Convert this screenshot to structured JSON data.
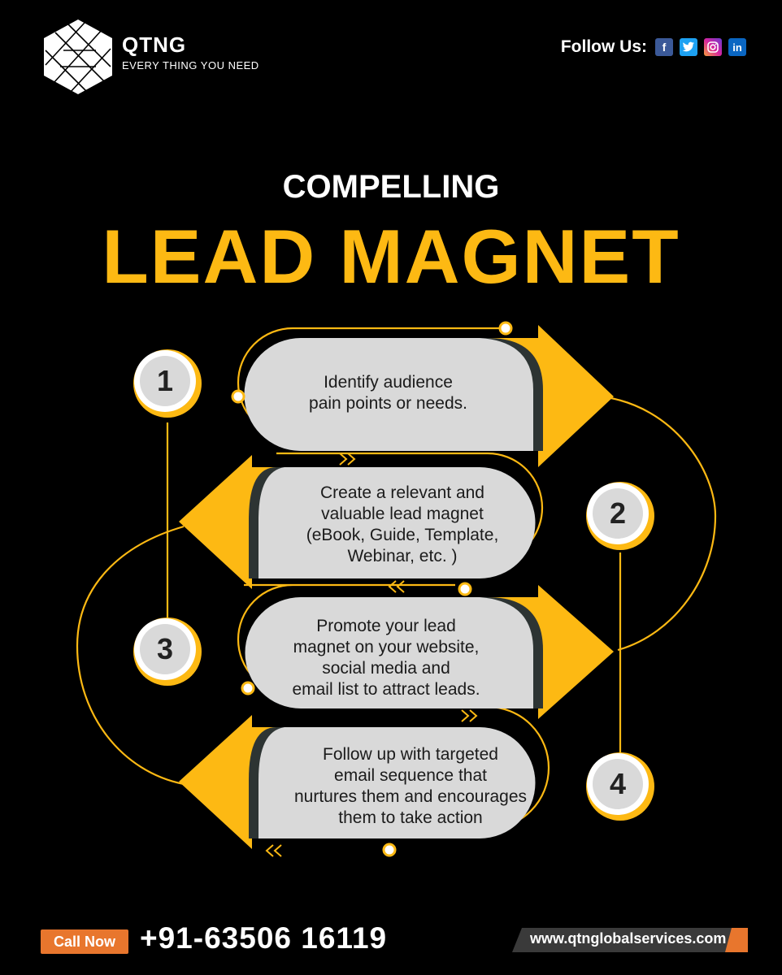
{
  "brand": {
    "name": "QTNG",
    "tagline": "EVERY THING YOU NEED"
  },
  "follow": {
    "label": "Follow Us:",
    "icons": [
      "facebook-icon",
      "twitter-icon",
      "instagram-icon",
      "linkedin-icon"
    ]
  },
  "heading": {
    "small": "COMPELLING",
    "big": "LEAD MAGNET"
  },
  "steps": [
    {
      "number": "1",
      "lines": [
        "Identify audience",
        "pain points or needs."
      ]
    },
    {
      "number": "2",
      "lines": [
        "Create a relevant and",
        "valuable lead magnet",
        "(eBook, Guide, Template,",
        "Webinar, etc. )"
      ]
    },
    {
      "number": "3",
      "lines": [
        "Promote your lead",
        "magnet on your website,",
        "social media and",
        "email list to attract leads."
      ]
    },
    {
      "number": "4",
      "lines": [
        "Follow up with targeted",
        "email sequence that",
        "nurtures them and encourages",
        "them to take action"
      ]
    }
  ],
  "footer": {
    "call_label": "Call  Now",
    "phone": "+91-63506 16119",
    "website": "www.qtnglobalservices.com"
  },
  "colors": {
    "accent": "#fdb913",
    "pill": "#d9d9d9",
    "call_button": "#e8762d",
    "website_bg": "#3a3a3a"
  }
}
